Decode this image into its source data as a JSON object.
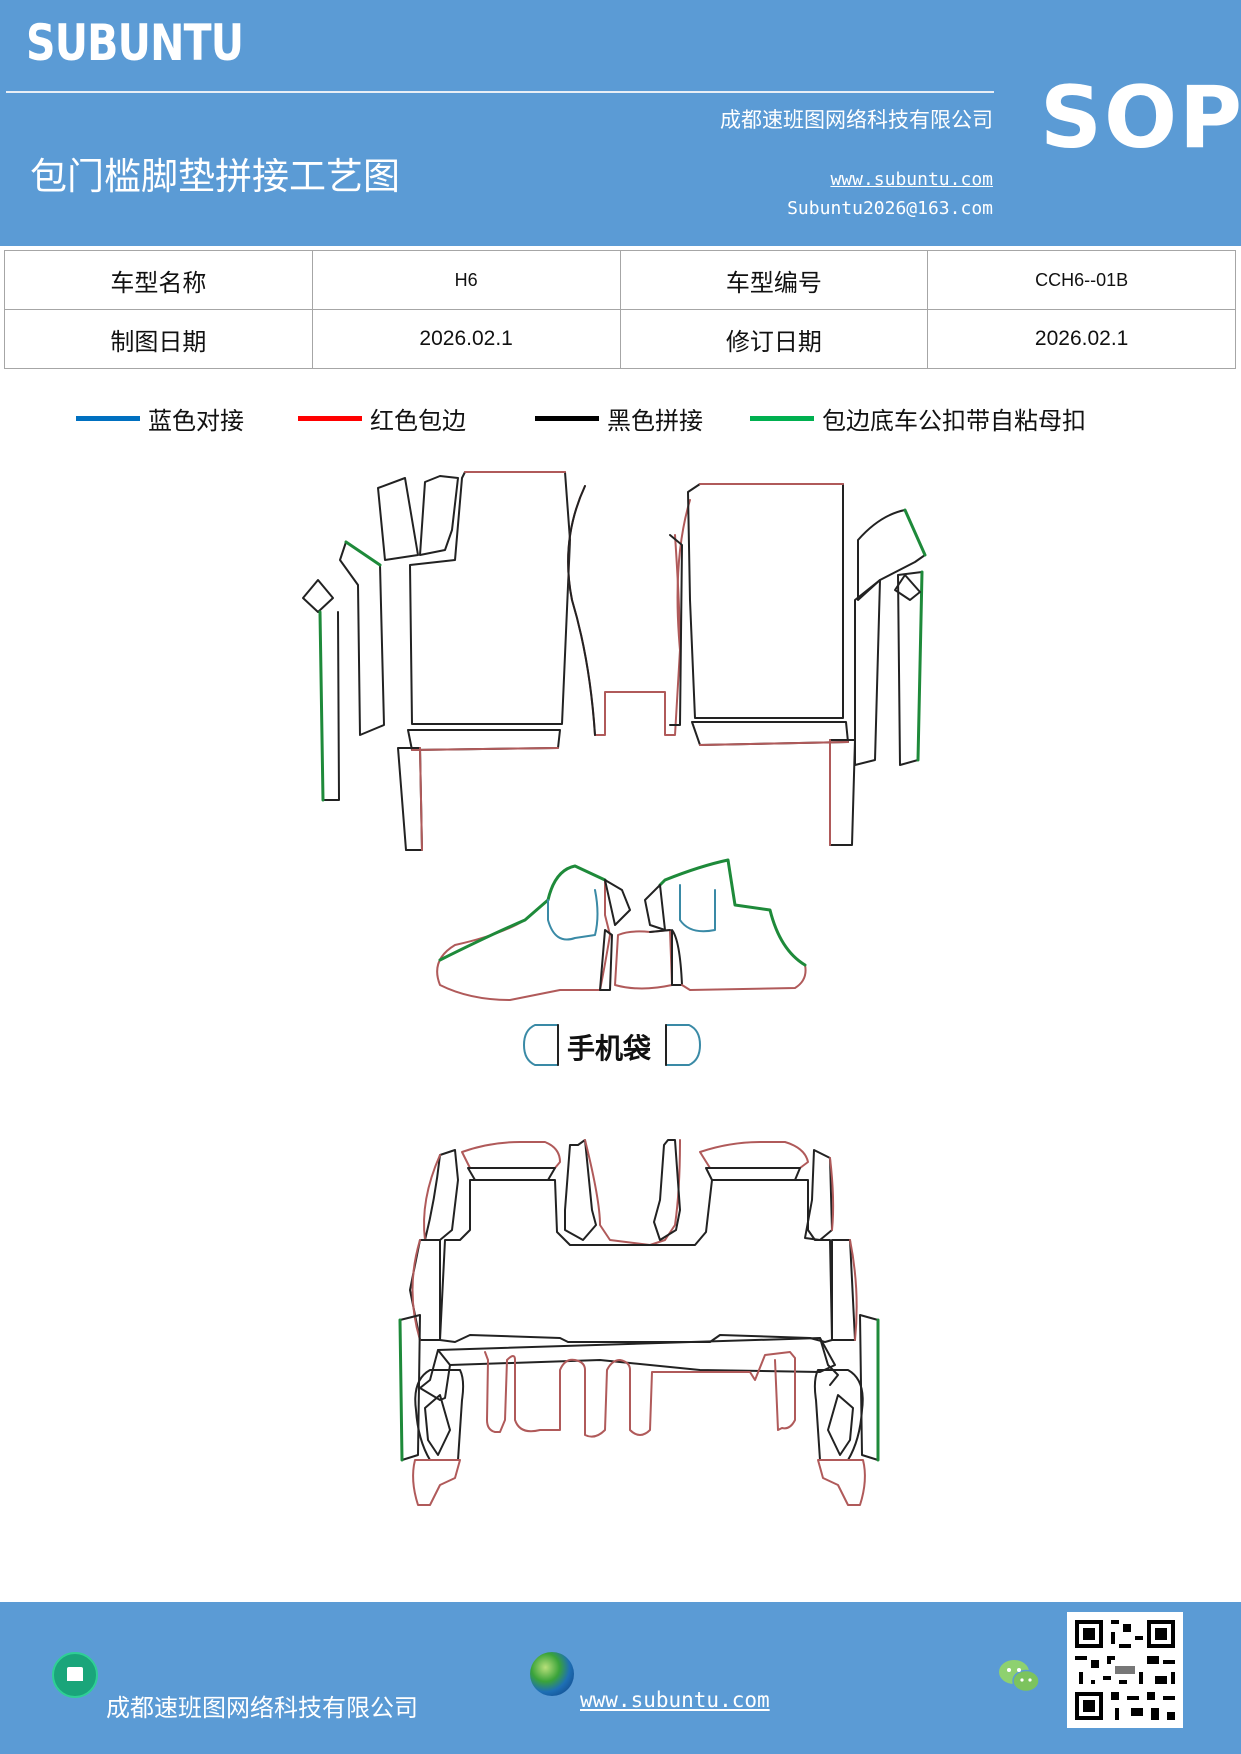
{
  "header": {
    "brand": "SUBUNTU",
    "company": "成都速班图网络科技有限公司",
    "website": "www.subuntu.com",
    "email": "Subuntu2026@163.com",
    "title": "包门槛脚垫拼接工艺图",
    "sop": "SOP"
  },
  "info_table": {
    "row1": {
      "label1": "车型名称",
      "value1": "H6",
      "label2": "车型编号",
      "value2": "CCH6--01B"
    },
    "row2": {
      "label1": "制图日期",
      "value1": "2026.02.1",
      "label2": "修订日期",
      "value2": "2026.02.1"
    }
  },
  "legend": [
    {
      "label": "蓝色对接",
      "color": "#0070c0"
    },
    {
      "label": "红色包边",
      "color": "#ff0000"
    },
    {
      "label": "黑色拼接",
      "color": "#000000"
    },
    {
      "label": "包边底车公扣带自粘母扣",
      "color": "#00b050"
    }
  ],
  "drawing": {
    "phone_bag_label": "手机袋",
    "colors": {
      "seam": "#222222",
      "edge": "#b05a5a",
      "fastener": "#1e8a3a",
      "butt": "#3a8aa6"
    }
  },
  "footer": {
    "company": "成都速班图网络科技有限公司",
    "website": "www.subuntu.com "
  }
}
